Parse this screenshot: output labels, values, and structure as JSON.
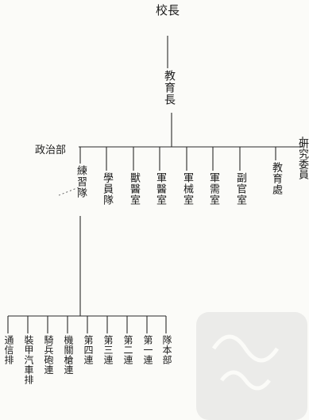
{
  "top": {
    "label": "校長"
  },
  "dean": {
    "label": "教育長"
  },
  "political": {
    "label": "政治部"
  },
  "level2": [
    {
      "id": "training-team",
      "label": "練習隊"
    },
    {
      "id": "cadet-team",
      "label": "學員隊"
    },
    {
      "id": "vet-office",
      "label": "獸醫室"
    },
    {
      "id": "medical-office",
      "label": "軍醫室"
    },
    {
      "id": "ordnance-office",
      "label": "軍械室"
    },
    {
      "id": "supply-office",
      "label": "軍需室"
    },
    {
      "id": "adjutant-office",
      "label": "副官室"
    },
    {
      "id": "education-division",
      "label": "教育處"
    },
    {
      "id": "research-committee",
      "label": "研究委員"
    }
  ],
  "level3": [
    {
      "id": "signal-platoon",
      "label": "通信排"
    },
    {
      "id": "armored-car-platoon",
      "label": "裝甲汽車排"
    },
    {
      "id": "cavalry-artillery-company",
      "label": "騎兵砲連"
    },
    {
      "id": "machine-gun-company",
      "label": "機關槍連"
    },
    {
      "id": "fourth-company",
      "label": "第四連"
    },
    {
      "id": "third-company",
      "label": "第三連"
    },
    {
      "id": "second-company",
      "label": "第二連"
    },
    {
      "id": "first-company",
      "label": "第一連"
    },
    {
      "id": "headquarters",
      "label": "隊本部"
    }
  ]
}
